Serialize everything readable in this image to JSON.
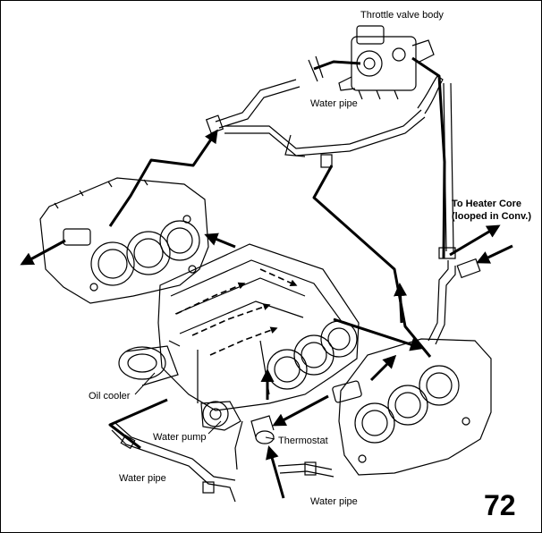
{
  "labels": {
    "throttle_valve_body": "Throttle valve body",
    "water_pipe_top": "Water pipe",
    "to_heater_core_line1": "To Heater Core",
    "to_heater_core_line2": "(looped in Conv.)",
    "oil_cooler": "Oil cooler",
    "water_pump": "Water pump",
    "thermostat": "Thermostat",
    "water_pipe_left": "Water pipe",
    "water_pipe_bottom": "Water pipe"
  },
  "figure_number": "72",
  "colors": {
    "line": "#000000",
    "background": "#ffffff"
  }
}
